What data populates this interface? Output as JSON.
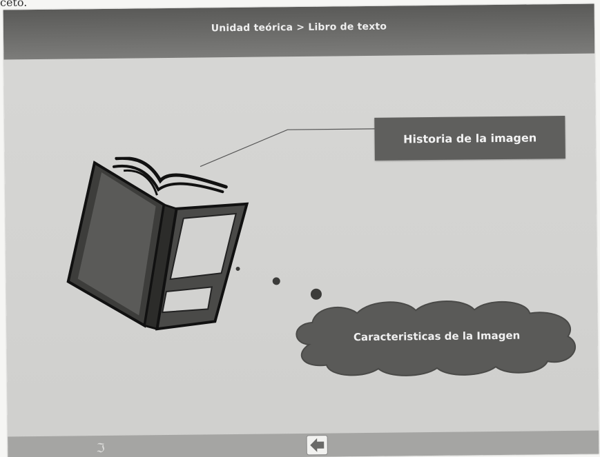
{
  "page": {
    "corner_fragment": "ceto."
  },
  "header": {
    "title": "Unidad teórica > Libro de texto"
  },
  "main": {
    "history_button_label": "Historia de la imagen",
    "cloud_label": "Caracteristicas de la Imagen"
  },
  "footer": {
    "mark": "ℑ",
    "nav_icon": "navigation-arrow-icon"
  },
  "colors": {
    "header_bg": "#6a6a68",
    "button_bg": "#5f5f5d",
    "cloud_bg": "#5a5a58",
    "slide_bg": "#d5d5d3",
    "footer_bg": "#a5a5a3"
  }
}
